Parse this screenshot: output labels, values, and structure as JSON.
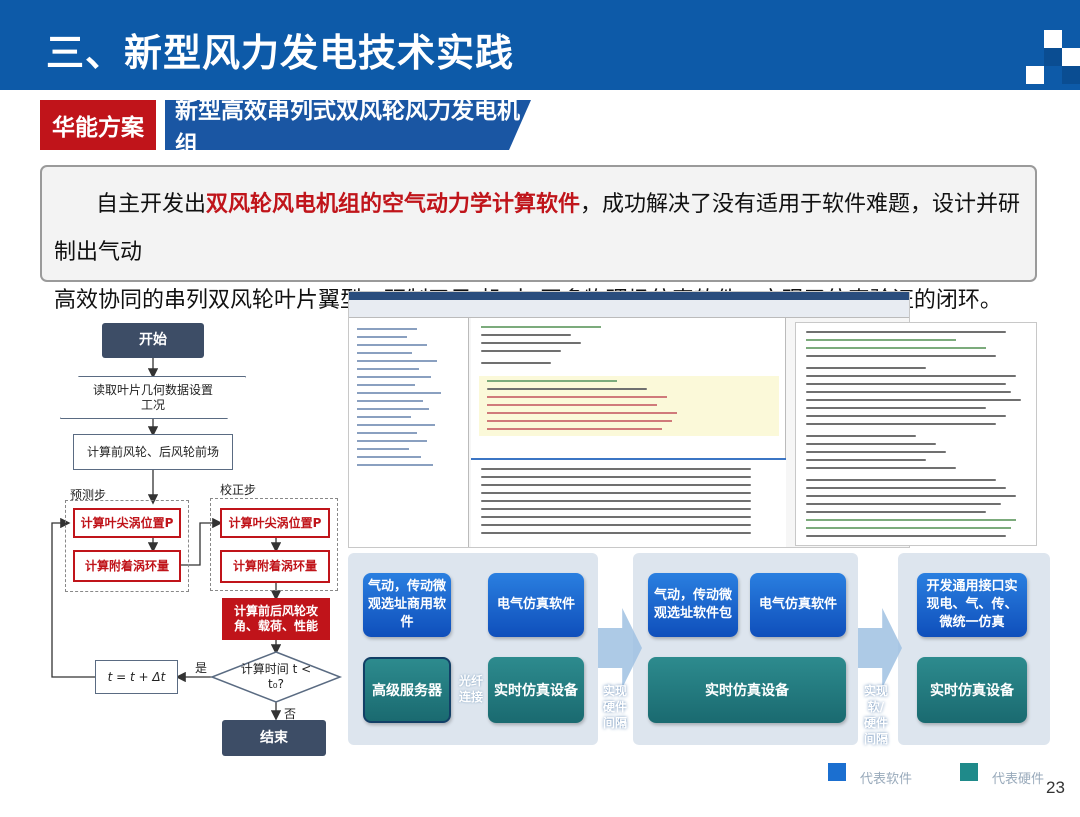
{
  "header": {
    "title": "三、新型风力发电技术实践",
    "bg_color": "#0d5aa8"
  },
  "tags": {
    "org": "华能方案",
    "topic": "新型高效串列式双风轮风力发电机组"
  },
  "summary": {
    "part1": "自主开发出",
    "highlight": "双风轮风电机组的空气动力学计算软件",
    "part2": "，成功解决了没有适用于软件难题，设计并研制出气动",
    "line2": "高效协同的串列双风轮叶片翼型。研制了风-机-电-网多物理场仿真软件，实现了仿真验证的闭环。"
  },
  "flowchart": {
    "start": "开始",
    "input": "读取叶片几何数据设置工况",
    "calc_wake": "计算前风轮、后风轮前场",
    "predict_label": "预测步",
    "correct_label": "校正步",
    "predict_1": "计算叶尖涡位置P",
    "predict_2": "计算附着涡环量",
    "correct_1": "计算叶尖涡位置P",
    "correct_2": "计算附着涡环量",
    "perf": "计算前后风轮攻角、载荷、性能",
    "decision": "计算时间 t < t₀?",
    "yes": "是",
    "no": "否",
    "time_step": "t = t + Δt",
    "end": "结束"
  },
  "architecture": {
    "group1": {
      "software_1": "气动，传动微观选址商用软件",
      "software_2": "电气仿真软件",
      "hardware_1": "高级服务器",
      "link": "光纤连接",
      "hardware_2": "实时仿真设备"
    },
    "arrow1": "实现硬件间隔",
    "group2": {
      "software_1": "气动，传动微观选址软件包",
      "software_2": "电气仿真软件",
      "hardware": "实时仿真设备"
    },
    "arrow2": "实现软/硬件间隔",
    "group3": {
      "software": "开发通用接口实现电、气、传、微统一仿真",
      "hardware": "实时仿真设备"
    }
  },
  "legend": {
    "software": "代表软件",
    "hardware": "代表硬件",
    "software_color": "#1b6fd0",
    "hardware_color": "#1f8a8a"
  },
  "page_number": "23"
}
